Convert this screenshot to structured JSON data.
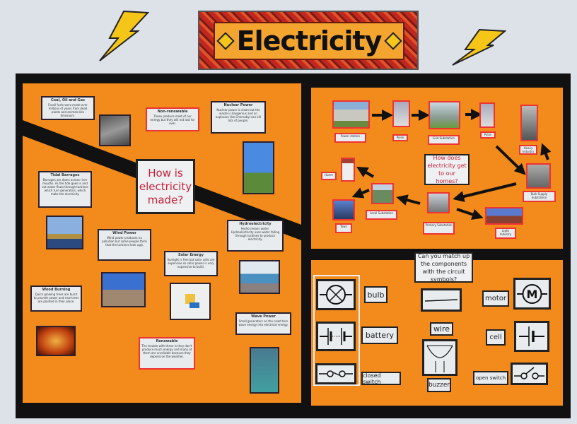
{
  "banner": {
    "title": "Electricity"
  },
  "left_panel": {
    "question": "How is electricity made?",
    "cards": [
      {
        "title": "Coal, Oil and Gas",
        "body": "Fossil fuels were made over millions of years from dead plants and animals like dinosaurs."
      },
      {
        "title": "Non-renewable",
        "body": "These produce most of our energy but they will not last for ever."
      },
      {
        "title": "Nuclear Power",
        "body": "Nuclear power is clean but the waste is dangerous and an explosion like Chernobyl can kill lots of people."
      },
      {
        "title": "Tidal Barrages",
        "body": "Barrages are dams across river mouths. As the tide goes in and out water flows through turbines which turn generators, which make the electricity."
      },
      {
        "title": "Wind Power",
        "body": "Wind power produces no pollution but some people think that the turbines look ugly."
      },
      {
        "title": "Hydroelectricity",
        "body": "Hydro means water. Hydroelectricity uses water falling through turbines to produce electricity."
      },
      {
        "title": "Solar Energy",
        "body": "Sunlight is free but solar cells are expensive so solar power is very expensive to build."
      },
      {
        "title": "Wood Burning",
        "body": "Quick growing trees are burnt to provide power and new trees are planted in their place."
      },
      {
        "title": "Wave Power",
        "body": "Small generators on the coast turn wave energy into electrical energy."
      },
      {
        "title": "Renewable",
        "body": "The trouble with these is they don't produce much energy and many of them are unreliable because they depend on the weather."
      }
    ]
  },
  "top_right_panel": {
    "question": "How does electricity get to our homes?",
    "labels": [
      "Power station",
      "Pylon",
      "Grid Substation",
      "Pylon",
      "Heavy Industry",
      "Bulk Supply Substation",
      "Primary Substation",
      "Light Industry",
      "Local Substation",
      "Town",
      "Home"
    ]
  },
  "bottom_right_panel": {
    "question": "Can you match up the components with the circuit symbols?",
    "words": [
      "bulb",
      "battery",
      "closed switch",
      "wire",
      "buzzer",
      "motor",
      "cell",
      "open switch"
    ],
    "motor_symbol_letter": "M"
  },
  "colors": {
    "orange": "#f28a1c",
    "board": "#111111",
    "question_text": "#c8203a"
  }
}
